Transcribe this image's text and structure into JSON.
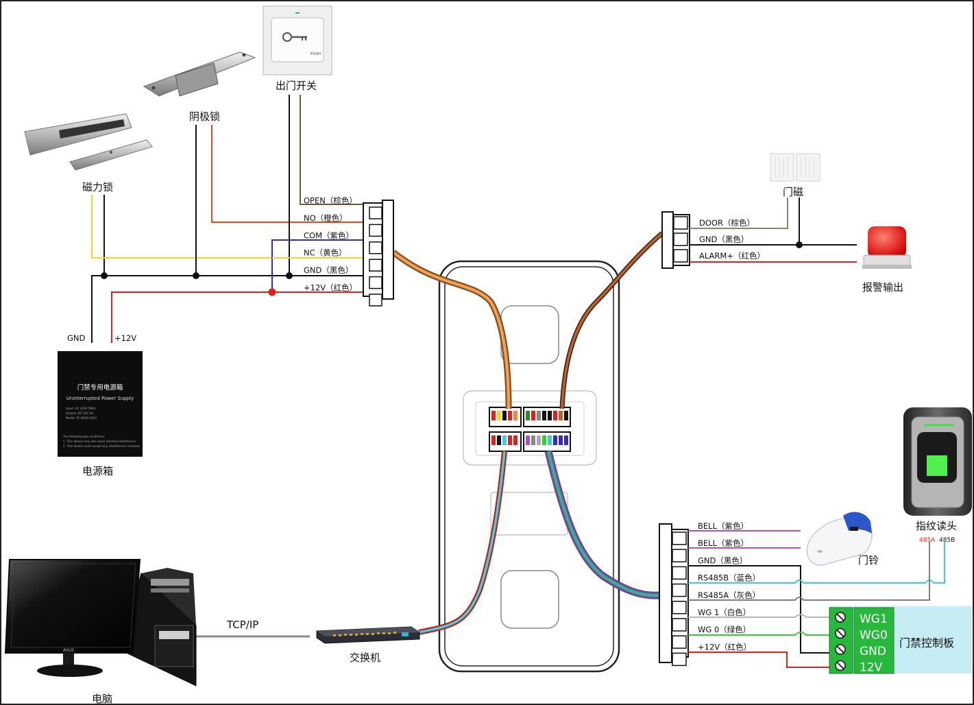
{
  "devices": {
    "exit_button": "出门开关",
    "exit_push": "PUSH",
    "strike_lock": "阴极锁",
    "mag_lock": "磁力锁",
    "power_box": "电源箱",
    "power_title": "门禁专用电源箱",
    "power_sub": "Uninterrupted Power Supply",
    "power_spec1": "Input:  AC 220V 50Hz",
    "power_spec2": "Output:  DC 12V 3A",
    "power_spec3": "Model:  PC-8034-5024",
    "power_note1": "The following two conditions:",
    "power_note2": "1. This device may not cause harmful interference",
    "power_note3": "2. This device must accept any interference received",
    "door_sensor": "门磁",
    "alarm": "报警输出",
    "fingerprint": "指纹读头",
    "doorbell": "门铃",
    "controller": "门禁控制板",
    "computer": "电脑",
    "switch": "交换机",
    "tcpip": "TCP/IP",
    "pc_brand": "ASUS"
  },
  "psu_terminals": {
    "gnd": "GND",
    "v12": "+12V"
  },
  "left_connector": [
    {
      "label": "OPEN（棕色）",
      "color": "#7a5530"
    },
    {
      "label": "NO（橙色）",
      "color": "#e04a1c"
    },
    {
      "label": "COM（紫色）",
      "color": "#3b2ab8"
    },
    {
      "label": "NC（黄色）",
      "color": "#f2d72a"
    },
    {
      "label": "GND（黑色）",
      "color": "#111111"
    },
    {
      "label": "+12V（红色）",
      "color": "#e0201e"
    }
  ],
  "right_top_connector": [
    {
      "label": "DOOR（棕色）",
      "color": "#9b8068"
    },
    {
      "label": "GND（黑色）",
      "color": "#111111"
    },
    {
      "label": "ALARM+（红色）",
      "color": "#e0201e"
    }
  ],
  "right_bottom_connector": [
    {
      "label": "BELL（紫色）",
      "color": "#b050c0"
    },
    {
      "label": "BELL（紫色）",
      "color": "#b050c0"
    },
    {
      "label": "GND（黑色）",
      "color": "#111111"
    },
    {
      "label": "RS485B（蓝色）",
      "color": "#39c9e6"
    },
    {
      "label": "RS485A（灰色）",
      "color": "#7d7d7d"
    },
    {
      "label": "WG 1（白色）",
      "color": "#b8b8b8"
    },
    {
      "label": "WG 0（绿色）",
      "color": "#2ed12e"
    },
    {
      "label": "+12V（红色）",
      "color": "#e0201e"
    }
  ],
  "reader_pins": {
    "a": "485A",
    "b": "485B"
  },
  "controller_terminals": [
    "WG1",
    "WG0",
    "GND",
    "12V"
  ],
  "colors": {
    "controller_bg": "#c6ecf4",
    "terminal_green": "#28b83c",
    "alarm_red": "#e8140c"
  }
}
